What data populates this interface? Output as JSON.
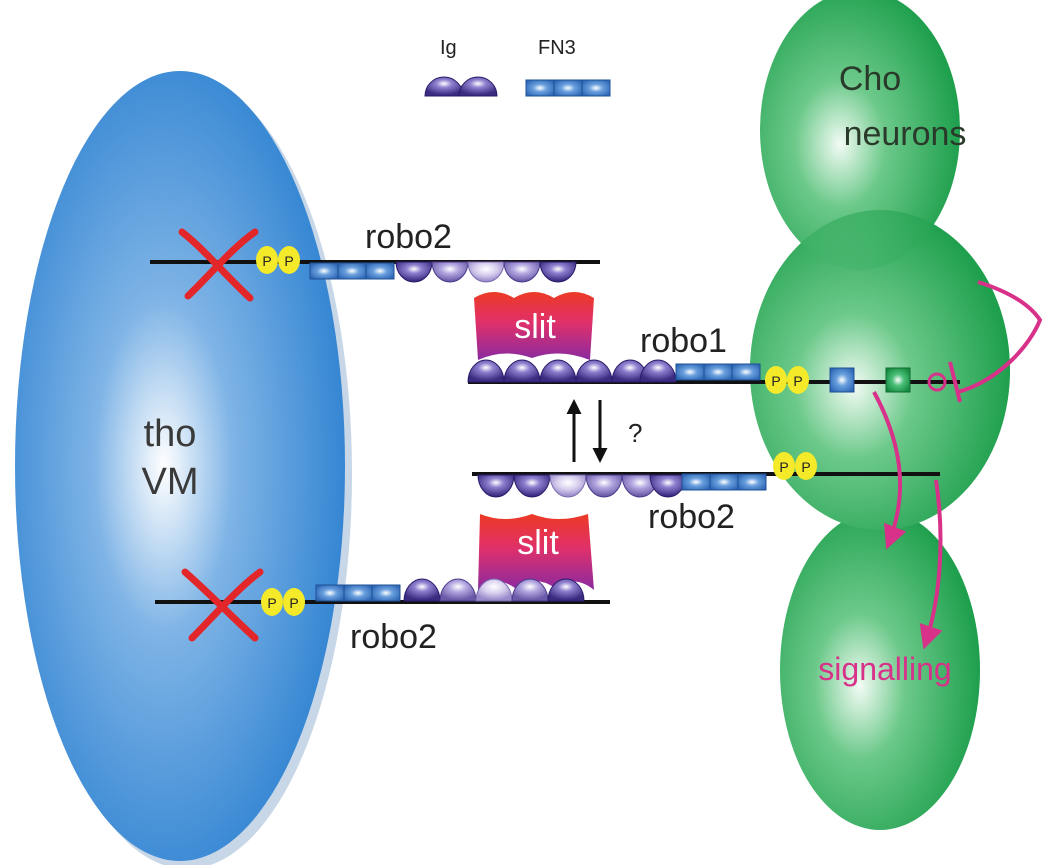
{
  "legend": {
    "ig_label": "Ig",
    "fn3_label": "FN3"
  },
  "cells": {
    "left_line1": "tho",
    "left_line2": "VM",
    "right_line1": "Cho",
    "right_line2": "neurons"
  },
  "receptors": {
    "robo2_top": "robo2",
    "robo1": "robo1",
    "robo2_mid": "robo2",
    "robo2_bottom": "robo2"
  },
  "ligands": {
    "slit_top": "slit",
    "slit_bottom": "slit"
  },
  "phospho_label": "P",
  "question": "?",
  "signalling_label": "signalling",
  "colors": {
    "left_cell": "#2f86d4",
    "right_cell": "#1e9c4c",
    "ig_domain": "#4a3a8c",
    "fn3_domain": "#3d78c0",
    "slit_top": "#e83a2a",
    "slit_bottom": "#9a2a9e",
    "phospho": "#f4ea2a",
    "signalling": "#d8318a",
    "block_cross": "#e2262a"
  }
}
